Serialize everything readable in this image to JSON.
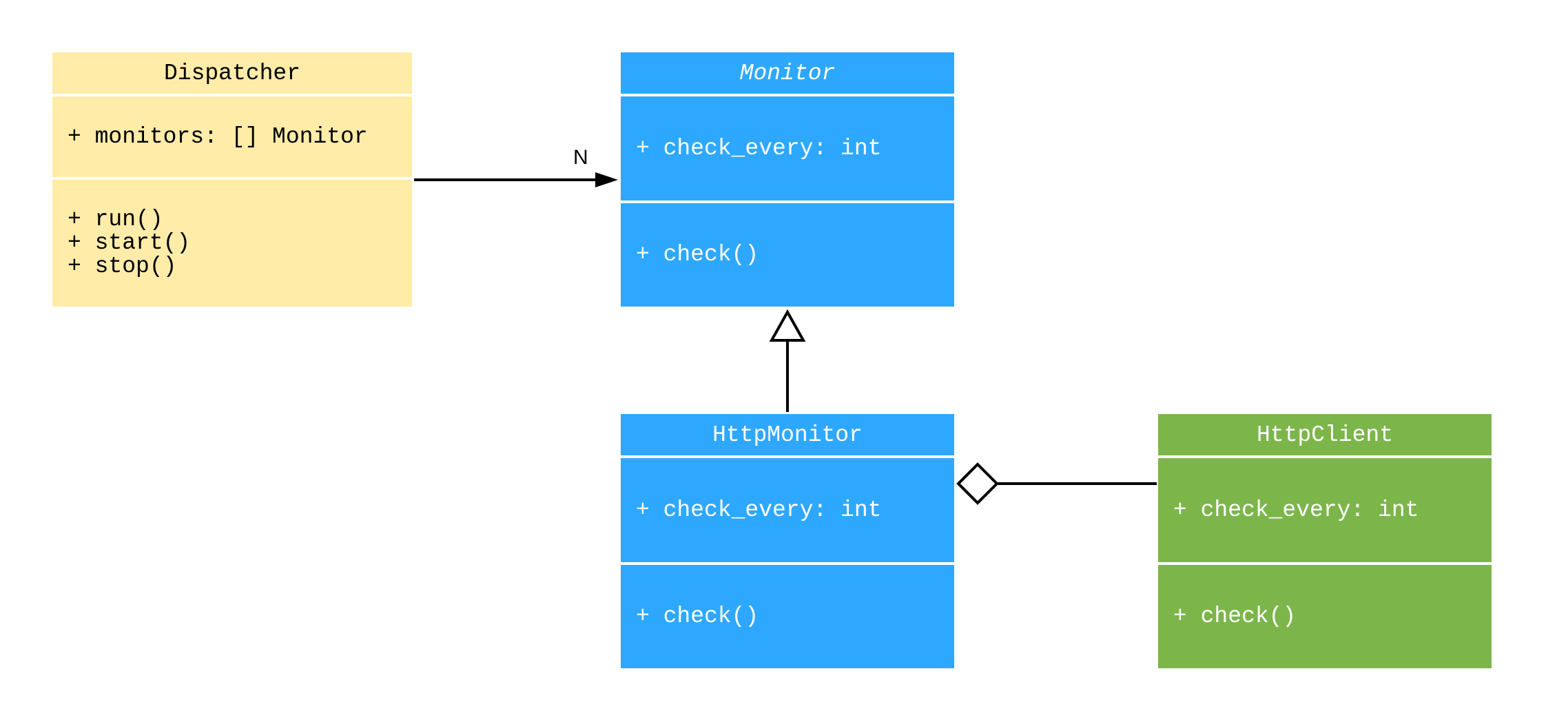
{
  "classes": {
    "dispatcher": {
      "name": "Dispatcher",
      "attributes": "+ monitors: [] Monitor",
      "methods": [
        "+ run()",
        "+ start()",
        "+ stop()"
      ],
      "color": "#FFECA9"
    },
    "monitor": {
      "name": "Monitor",
      "abstract": true,
      "attributes": "+ check_every: int",
      "methods": "+ check()",
      "color": "#2EA8FF"
    },
    "http_monitor": {
      "name": "HttpMonitor",
      "attributes": "+ check_every: int",
      "methods": "+ check()",
      "color": "#2EA8FF"
    },
    "http_client": {
      "name": "HttpClient",
      "attributes": "+ check_every: int",
      "methods": "+ check()",
      "color": "#7CB64A"
    }
  },
  "relations": [
    {
      "from": "Dispatcher",
      "to": "Monitor",
      "type": "association",
      "multiplicity": "N"
    },
    {
      "from": "HttpMonitor",
      "to": "Monitor",
      "type": "inheritance"
    },
    {
      "from": "HttpClient",
      "to": "HttpMonitor",
      "type": "aggregation"
    }
  ]
}
